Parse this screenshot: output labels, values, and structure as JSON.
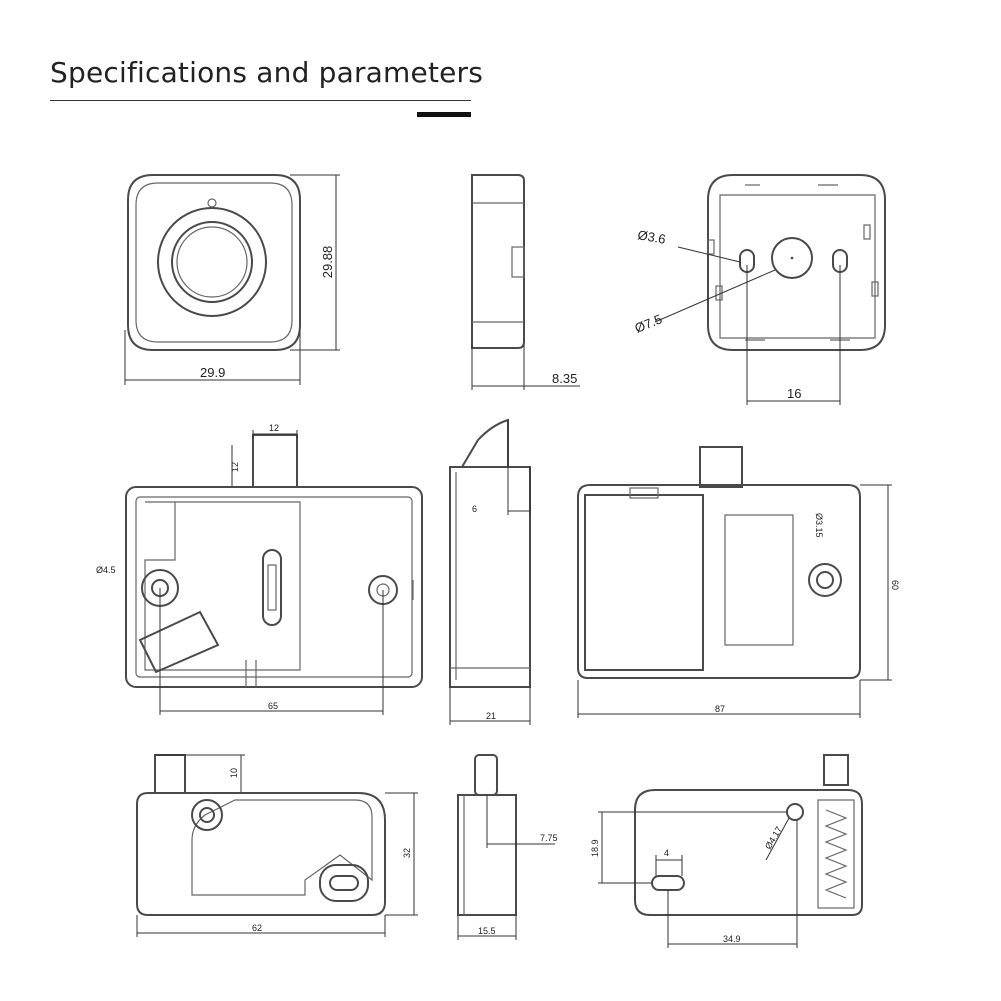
{
  "header": {
    "title": "Specifications and parameters"
  },
  "dimensions": {
    "front_width": "29.9",
    "front_height": "29.88",
    "side_depth": "8.35",
    "back_small_hole": "Ø3.6",
    "back_large_hole": "Ø7.5",
    "back_hole_spacing": "16",
    "lock_bolt_width": "12",
    "lock_bolt_height": "12",
    "lock_hole": "Ø4.5",
    "lock_hole_spacing": "65",
    "lock_side_bolt": "6",
    "lock_side_depth": "21",
    "lock_rear_hole": "Ø3.15",
    "lock_rear_width": "87",
    "lock_rear_height": "60",
    "strike_pin_height": "10",
    "strike_height": "32",
    "strike_width": "62",
    "strike_side_offset": "7.75",
    "strike_side_depth": "15.5",
    "spring_hole_height": "18.9",
    "spring_slot_width": "4",
    "spring_hole": "Ø4.17",
    "spring_width": "34.9"
  }
}
